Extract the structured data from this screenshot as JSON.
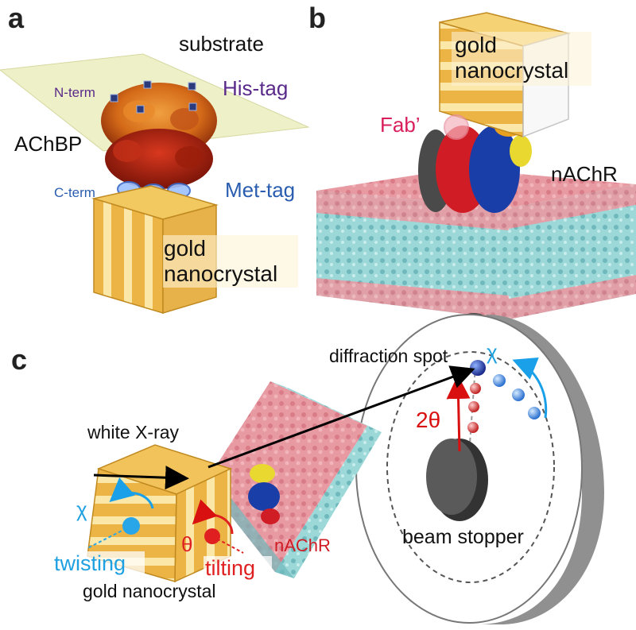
{
  "panels": {
    "a": {
      "letter": "a",
      "substrate": "substrate",
      "n_term": "N-term",
      "his_tag": "His-tag",
      "achbp": "AChBP",
      "c_term": "C-term",
      "met_tag": "Met-tag",
      "gold_line1": "gold",
      "gold_line2": "nanocrystal"
    },
    "b": {
      "letter": "b",
      "gold_line1": "gold",
      "gold_line2": "nanocrystal",
      "fab": "Fab’",
      "nachr": "nAChR"
    },
    "c": {
      "letter": "c",
      "diffraction_spot": "diffraction spot",
      "chi_top": "χ",
      "two_theta": "2θ",
      "white_xray": "white X-ray",
      "chi_left": "χ",
      "twisting": "twisting",
      "theta": "θ",
      "tilting": "tilting",
      "nachr": "nAChR",
      "beam_stopper": "beam stopper",
      "gold_nanocrystal": "gold nanocrystal"
    }
  },
  "colors": {
    "gold_light": "#f7d98a",
    "gold_dark": "#e8b040",
    "gold_side": "#d9a23a",
    "substrate": "#eef0c8",
    "achbp_top": "#d9741c",
    "achbp_bottom": "#a8200e",
    "membrane_pink": "#e89aa2",
    "membrane_cyan": "#8fd0d0",
    "blue_text": "#2a5db0",
    "cyan_text": "#1fa0e0",
    "red_text": "#e02020",
    "purple_text": "#5a2a8a",
    "magenta_text": "#d81e5b"
  }
}
